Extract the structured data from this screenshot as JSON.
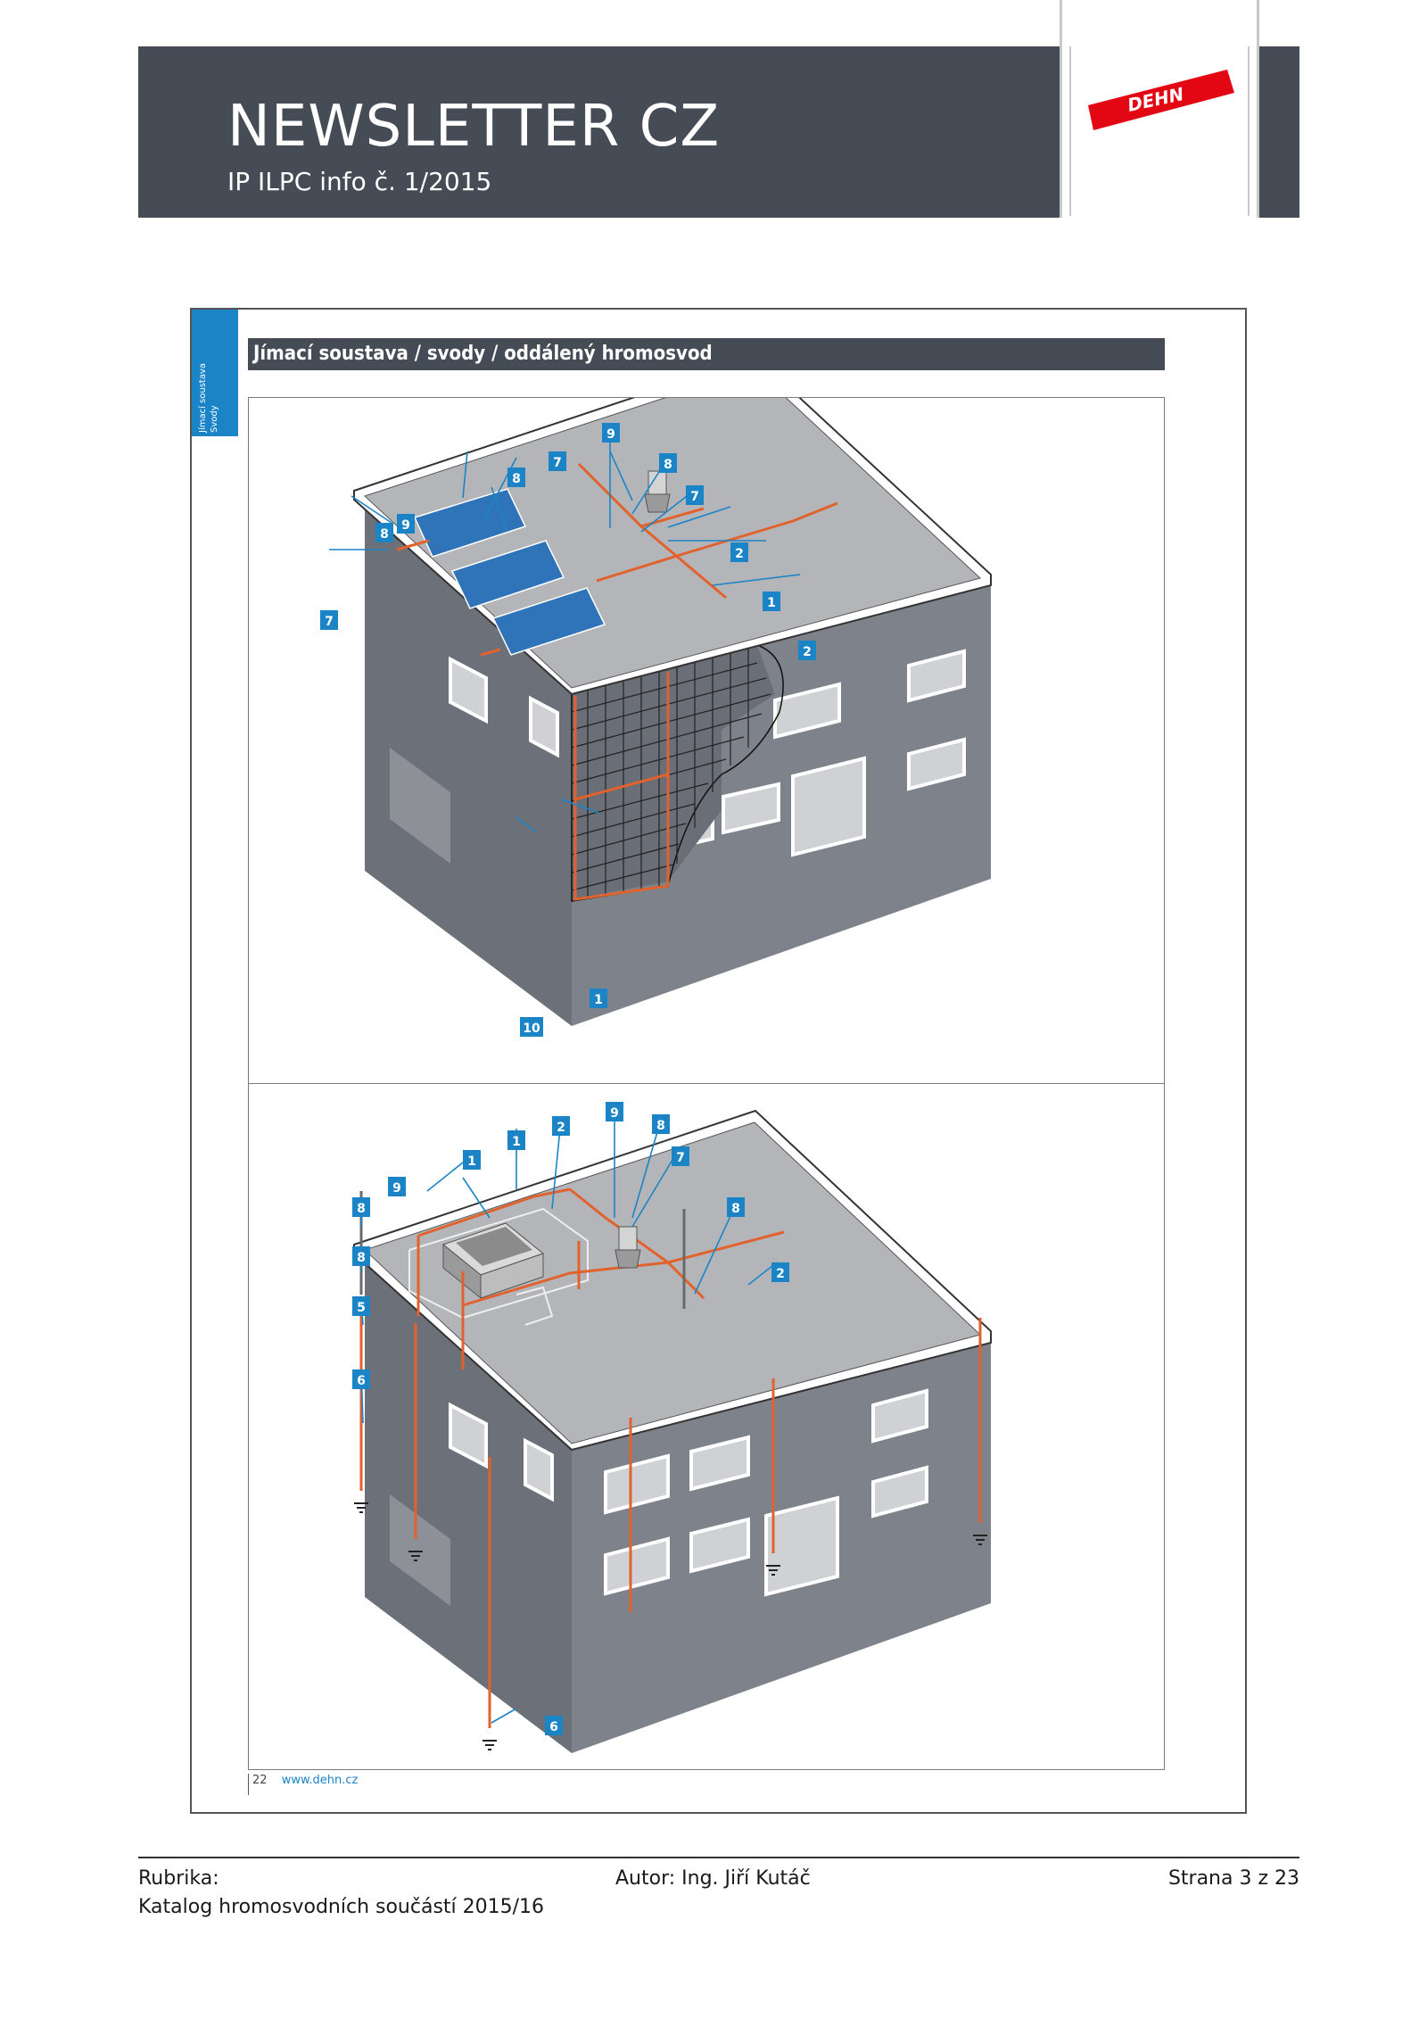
{
  "header": {
    "title": "NEWSLETTER CZ",
    "subtitle": "IP ILPC info č. 1/2015",
    "logo_text": "DEHN",
    "brand_color": "#e30613",
    "banner_color": "#454c55"
  },
  "catalog": {
    "side_tab": {
      "line1": "Jímací soustava",
      "line2": "Svody"
    },
    "section_title": "Jímací soustava / svody / oddálený hromosvod",
    "page_number": "22",
    "url": "www.dehn.cz",
    "accent_color": "#1b84c7",
    "conductor_color": "#e2622d"
  },
  "figure_top": {
    "callouts": [
      "9",
      "7",
      "8",
      "8",
      "7",
      "8",
      "9",
      "7",
      "2",
      "1",
      "2",
      "1",
      "10"
    ]
  },
  "figure_bottom": {
    "callouts": [
      "9",
      "8",
      "2",
      "1",
      "7",
      "1",
      "9",
      "8",
      "8",
      "8",
      "2",
      "5",
      "6",
      "6"
    ]
  },
  "footer": {
    "rubrika_label": "Rubrika:",
    "rubrika_value": "Katalog hromosvodních součástí 2015/16",
    "author": "Autor: Ing. Jiří Kutáč",
    "page": "Strana 3 z 23"
  }
}
